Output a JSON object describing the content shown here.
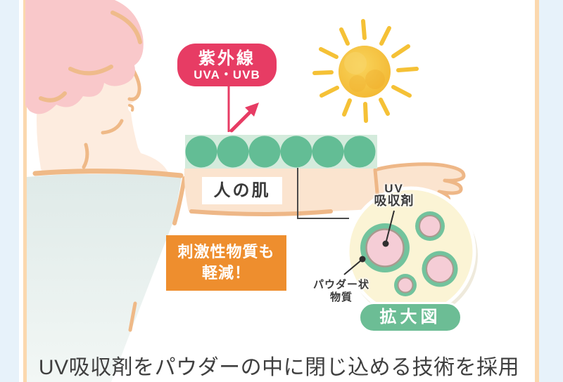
{
  "labels": {
    "uv_rays": {
      "title": "紫外線",
      "subtitle": "UVA・UVB"
    },
    "skin": {
      "text": "人の肌"
    },
    "irritant": {
      "line1": "刺激性物質も",
      "line2": "軽減！"
    },
    "uv_absorber": {
      "line1": "UV",
      "line2": "吸収剤"
    },
    "powder": {
      "line1": "パウダー状",
      "line2": "物質"
    },
    "magnified": {
      "text": "拡大図"
    }
  },
  "caption": {
    "text": "UV吸収剤をパウダーの中に閉じ込める技術を採用"
  },
  "icons": {
    "sun": "sun-icon",
    "person": "person-profile-illustration",
    "uv_arrow": "uv-reflect-arrow"
  },
  "colors": {
    "background": "#e7f2fa",
    "card_border": "#fbd8ae",
    "uv_label_bg": "#e73c64",
    "irritant_box_bg": "#ee8e2e",
    "magnified_pill_bg": "#6cbd95",
    "powder_green": "#63bd95",
    "powder_strip": "#d4ebdc",
    "uv_absorber_pink": "#f5cdd6",
    "magnified_cream": "#fbf4d5",
    "skin_tone": "#fbe4cf",
    "outline_peach": "#eeb787",
    "hair_pink": "#f9c8ca",
    "sun_yellow": "#f5c136",
    "text_dark": "#3b3b3b"
  }
}
